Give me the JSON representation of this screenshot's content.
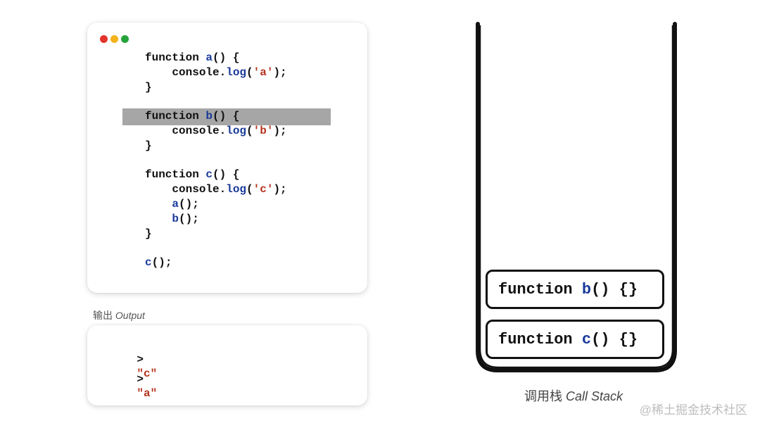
{
  "window": {
    "dots": [
      {
        "name": "close-dot",
        "color": "#e2342b"
      },
      {
        "name": "minimize-dot",
        "color": "#f3b31b"
      },
      {
        "name": "maximize-dot",
        "color": "#27a33c"
      }
    ]
  },
  "code": {
    "highlight_color": "#a6a6a6",
    "lines": [
      [
        {
          "t": "function "
        },
        {
          "t": "a",
          "c": "fn"
        },
        {
          "t": "() {"
        }
      ],
      [
        {
          "t": "    console."
        },
        {
          "t": "log",
          "c": "fn"
        },
        {
          "t": "("
        },
        {
          "t": "'a'",
          "c": "str"
        },
        {
          "t": ");"
        }
      ],
      [
        {
          "t": "}"
        }
      ],
      [],
      [
        {
          "t": "function "
        },
        {
          "t": "b",
          "c": "fn"
        },
        {
          "t": "() {"
        }
      ],
      [
        {
          "t": "    console."
        },
        {
          "t": "log",
          "c": "fn"
        },
        {
          "t": "("
        },
        {
          "t": "'b'",
          "c": "str"
        },
        {
          "t": ");"
        }
      ],
      [
        {
          "t": "}"
        }
      ],
      [],
      [
        {
          "t": "function "
        },
        {
          "t": "c",
          "c": "fn"
        },
        {
          "t": "() {"
        }
      ],
      [
        {
          "t": "    console."
        },
        {
          "t": "log",
          "c": "fn"
        },
        {
          "t": "("
        },
        {
          "t": "'c'",
          "c": "str"
        },
        {
          "t": ");"
        }
      ],
      [
        {
          "t": "    "
        },
        {
          "t": "a",
          "c": "fn"
        },
        {
          "t": "();"
        }
      ],
      [
        {
          "t": "    "
        },
        {
          "t": "b",
          "c": "fn"
        },
        {
          "t": "();"
        }
      ],
      [
        {
          "t": "}"
        }
      ],
      [],
      [
        {
          "t": "c",
          "c": "fn"
        },
        {
          "t": "();"
        }
      ]
    ]
  },
  "output": {
    "caption_cn": "输出",
    "caption_en": "Output",
    "prompt": ">",
    "lines": [
      "\"c\"",
      "\"a\""
    ]
  },
  "call_stack": {
    "caption_cn": "调用栈",
    "caption_en": "Call Stack",
    "frames": [
      {
        "keyword": "function",
        "name": "b",
        "suffix": "() {}"
      },
      {
        "keyword": "function",
        "name": "c",
        "suffix": "() {}"
      }
    ]
  },
  "watermark": "@稀土掘金技术社区",
  "colors": {
    "function_name": "#1a3a9a",
    "string": "#b5341f"
  }
}
